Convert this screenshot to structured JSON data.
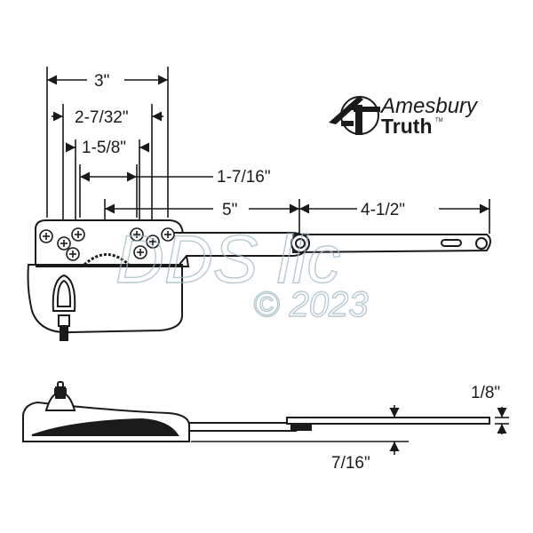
{
  "brand": {
    "logo_mark": "AT",
    "line1": "Amesbury",
    "line2": "Truth",
    "trademark": "TM"
  },
  "dimensions": {
    "overall_hole_span": "3\"",
    "outer_hole_span": "2-7/32\"",
    "inner_hole_span": "1-5/8\"",
    "hole_to_hole_offset": "1-7/16\"",
    "main_arm_length": "5\"",
    "secondary_arm_length": "4-1/2\"",
    "arm_thickness": "1/8\"",
    "arm_height_offset": "7/16\""
  },
  "watermark": {
    "line1": "DDS llc",
    "line2": "© 2023"
  },
  "colors": {
    "line": "#1a1a1a",
    "watermark": "#9fb8c4",
    "background": "#ffffff"
  }
}
